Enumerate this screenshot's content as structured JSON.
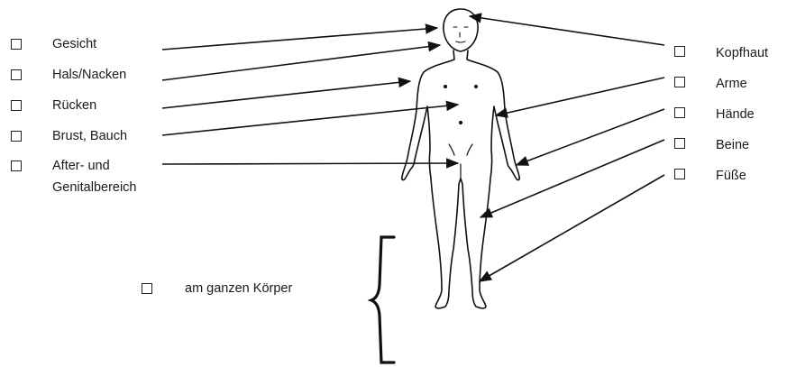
{
  "left_items": [
    {
      "label": "Gesicht"
    },
    {
      "label": "Hals/Nacken"
    },
    {
      "label": "Rücken"
    },
    {
      "label": "Brust, Bauch"
    },
    {
      "label": "After- und",
      "label2": "Genitalbereich"
    }
  ],
  "right_items": [
    {
      "label": "Kopfhaut"
    },
    {
      "label": "Arme"
    },
    {
      "label": "Hände"
    },
    {
      "label": "Beine"
    },
    {
      "label": "Füße"
    }
  ],
  "whole_body": {
    "label": "am ganzen Körper"
  },
  "colors": {
    "ink": "#1a1a1a",
    "background": "#ffffff"
  }
}
